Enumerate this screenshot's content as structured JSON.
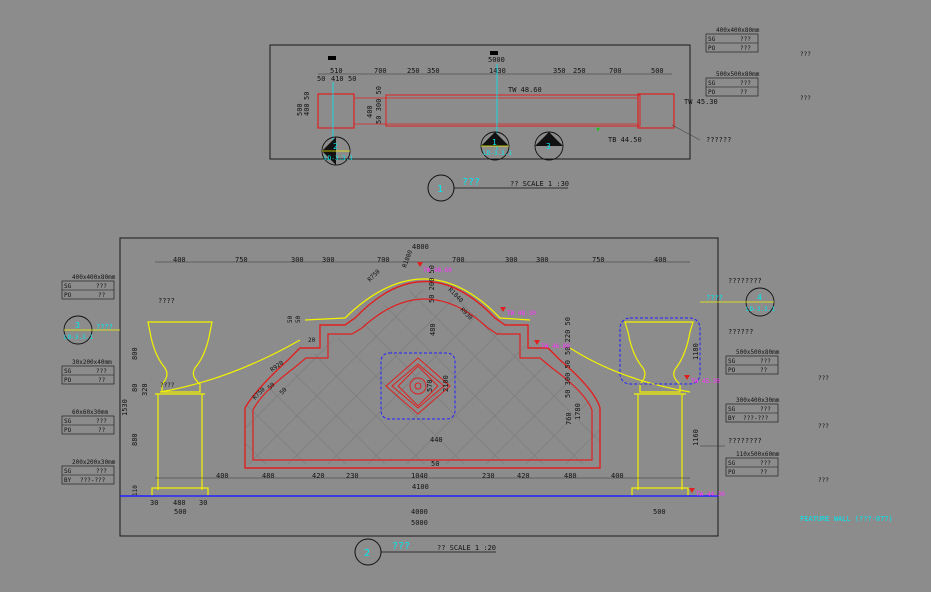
{
  "colors": {
    "background": "#8c8c8c",
    "frame": "#1a1a1a",
    "dimension": "#111111",
    "wall_red": "#e02020",
    "yellow": "#f2f200",
    "cyan": "#00e8f0",
    "magenta": "#ff30ff",
    "blue": "#2020ff",
    "green": "#20c020"
  },
  "plan": {
    "top_dims": [
      "510",
      "700",
      "250",
      "350",
      "1430",
      "350",
      "250",
      "700",
      "500"
    ],
    "left_dims": [
      "50",
      "410",
      "50"
    ],
    "left_vertical_dims": [
      "500",
      "400",
      "50"
    ],
    "inner_vertical_dims": [
      "400",
      "50 300 50"
    ],
    "overall_top": "5000",
    "tw_top": "TW 48.60",
    "tw_right": "TW 45.30",
    "tb_bottom": "TB 44.50",
    "callout_marks": [
      "2",
      "1",
      "3"
    ],
    "callout_ref": "LD-3.3.1",
    "note_right": "??????"
  },
  "plan_title": {
    "number": "1",
    "title": "???",
    "scale": "?? SCALE 1 :30"
  },
  "elevation_title": {
    "number": "2",
    "title": "???",
    "scale": "?? SCALE 1 :20"
  },
  "elevation": {
    "top_dims": [
      "400",
      "750",
      "300",
      "300",
      "700",
      "4800",
      "700",
      "300",
      "300",
      "750",
      "400"
    ],
    "arc_labels": [
      "R750",
      "R1800",
      "R1840",
      "R750",
      "R930",
      "R920"
    ],
    "small_dims": [
      "50",
      "50",
      "20",
      "50",
      "50",
      "20",
      "50"
    ],
    "center_vertical_dims": [
      "50 200 50",
      "480",
      "570",
      "2100"
    ],
    "right_vertical_dims": [
      "50 220 50",
      "50 300 50",
      "1780",
      "760"
    ],
    "left_pier_dims": [
      "800",
      "80",
      "320",
      "1530",
      "880"
    ],
    "right_pier_dims": [
      "1180",
      "1160"
    ],
    "bottom_dims": [
      "400",
      "480",
      "420",
      "230",
      "1040",
      "230",
      "420",
      "480",
      "400"
    ],
    "base_dims": [
      "30",
      "480",
      "30",
      "500",
      "4100",
      "4000",
      "5000",
      "500"
    ],
    "marks_tw": [
      "TW 48.60",
      "TW 48.30",
      "TW 46.80",
      "TW 45.30",
      "TW 44.30"
    ],
    "callouts": [
      {
        "num": "3",
        "ref": "LD-3.3.1",
        "label": "????"
      },
      {
        "num": "4",
        "ref": "LD-3.3.1",
        "label": "????"
      }
    ],
    "labels_left": [
      "????",
      "????"
    ],
    "labels_right": [
      "????????",
      "??????",
      "????????"
    ],
    "feature_wall": "FEATURE  WALL (???-077)"
  },
  "spec_boxes_right": [
    {
      "size": "400x400x80mm",
      "l1": "SG",
      "v1": "???",
      "l2": "PO",
      "v2": "???"
    },
    {
      "size": "500x500x80mm",
      "l1": "SG",
      "v1": "???",
      "l2": "PO",
      "v2": "??"
    },
    {
      "size": "500x500x80mm",
      "l1": "SG",
      "v1": "???",
      "l2": "PO",
      "v2": "??"
    },
    {
      "size": "300x400x30mm",
      "l1": "SG",
      "v1": "???",
      "l2": "BY",
      "v2": "???-???"
    },
    {
      "size": "110x500x60mm",
      "l1": "SG",
      "v1": "???",
      "l2": "PO",
      "v2": "??"
    }
  ],
  "spec_boxes_left": [
    {
      "size": "400x400x80mm",
      "l1": "SG",
      "v1": "???",
      "l2": "PO",
      "v2": "??"
    },
    {
      "size": "30x200x40mm",
      "l1": "SG",
      "v1": "???",
      "l2": "PO",
      "v2": "??"
    },
    {
      "size": "60x60x30mm",
      "l1": "SG",
      "v1": "???",
      "l2": "PO",
      "v2": "??"
    },
    {
      "size": "200x200x30mm",
      "l1": "SG",
      "v1": "???",
      "l2": "BY",
      "v2": "???-???"
    }
  ],
  "right_notes": [
    "???",
    "???",
    "???",
    "???",
    "???",
    "???"
  ]
}
